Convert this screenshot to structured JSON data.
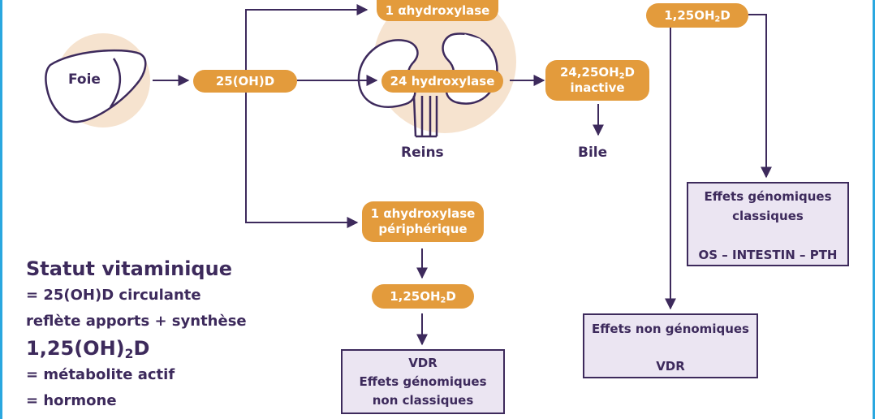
{
  "nodes": {
    "foie": "Foie",
    "oh25d": "25(OH)D",
    "alpha_top": "1 αhydroxylase",
    "h24": "24 hydroxylase",
    "reins": "Reins",
    "inactive_line1_a": "24,25OH",
    "inactive_line1_sub": "2",
    "inactive_line1_b": "D",
    "inactive_line2": "inactive",
    "bile": "Bile",
    "peri_line1": "1 αhydroxylase",
    "peri_line2": "périphérique",
    "oh125_bottom_a": "1,25OH",
    "oh125_bottom_sub": "2",
    "oh125_bottom_b": "D",
    "oh125_top_a": "1,25OH",
    "oh125_top_sub": "2",
    "oh125_top_b": "D"
  },
  "boxes": {
    "vdr_nonclassic": [
      "VDR",
      "Effets génomiques",
      "non classiques"
    ],
    "genomic_classic": [
      "Effets génomiques",
      "classiques",
      "",
      "OS – INTESTIN – PTH"
    ],
    "non_genomic_title": "Effets non génomiques",
    "non_genomic_vdr": "VDR"
  },
  "legend": {
    "title": "Statut vitaminique",
    "line1": "= 25(OH)D circulante",
    "line2": "reflète apports + synthèse",
    "title2_a": "1,25(OH)",
    "title2_sub": "2",
    "title2_b": "D",
    "line3": "= métabolite actif",
    "line4": "= hormone"
  },
  "colors": {
    "orange": "#e39b3c",
    "purple": "#3d2a5c",
    "peach": "#f6e3cf",
    "box_fill": "#ebe5f2",
    "frame": "#2aa7df"
  }
}
